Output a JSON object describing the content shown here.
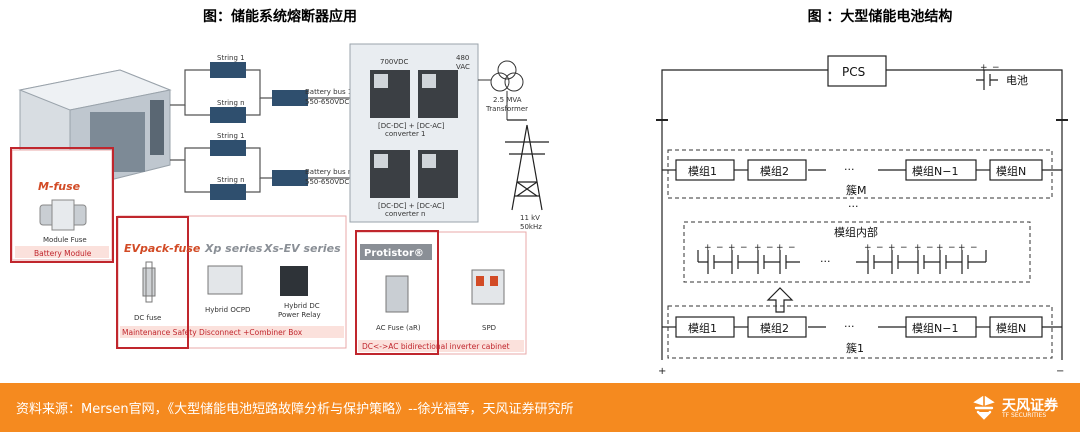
{
  "titles": {
    "left": "图：储能系统熔断器应用",
    "right": "图 ：大型储能电池结构"
  },
  "left": {
    "strings": [
      "String 1",
      "String n",
      "String 1",
      "String n"
    ],
    "bus1": [
      "Battery bus 1",
      "550-650VDC"
    ],
    "busn": [
      "Battery bus n",
      "550-650VDC"
    ],
    "v700": "700VDC",
    "vac": [
      "480",
      "VAC"
    ],
    "conv1": [
      "[DC-DC] + [DC-AC]",
      "converter 1"
    ],
    "convn": [
      "[DC-DC] + [DC-AC]",
      "converter n"
    ],
    "transformer": [
      "2.5 MVA",
      "Transformer"
    ],
    "grid": [
      "11 kV",
      "50kHz"
    ],
    "mfuse_logo": "M-fuse",
    "module_fuse": "Module Fuse",
    "battery_module": "Battery Module",
    "evpack_logo": "EVpack-fuse",
    "xp_logo": "Xp series",
    "xsev_logo": "Xs-EV series",
    "dc_fuse": "DC fuse",
    "hybrid_ocpd": "Hybrid OCPD",
    "hybrid_relay": [
      "Hybrid DC",
      "Power Relay"
    ],
    "msd": "Maintenance Safety Disconnect +Combiner Box",
    "protistor_logo": "Protistor®",
    "ac_fuse": "AC Fuse (aR)",
    "spd": "SPD",
    "inverter": "DC<->AC bidirectional inverter cabinet"
  },
  "right": {
    "pcs": "PCS",
    "legend": "电池",
    "mod1": "模组1",
    "mod2": "模组2",
    "dots": "···",
    "modN1": "模组N−1",
    "modN": "模组N",
    "clusterM": "簇M",
    "cluster1": "簇1",
    "inside": "模组内部",
    "plus": "+",
    "minus": "−"
  },
  "footer": {
    "source": "资料来源：Mersen官网，《大型储能电池短路故障分析与保护策略》--徐光福等，天风证券研究所",
    "logo_cn": "天风证券",
    "logo_en": "TF SECURITIES"
  },
  "colors": {
    "accent": "#f58a1f",
    "highlight": "#c0262d",
    "frame": "#e8a9a9",
    "pink": "#fbe1dc"
  }
}
